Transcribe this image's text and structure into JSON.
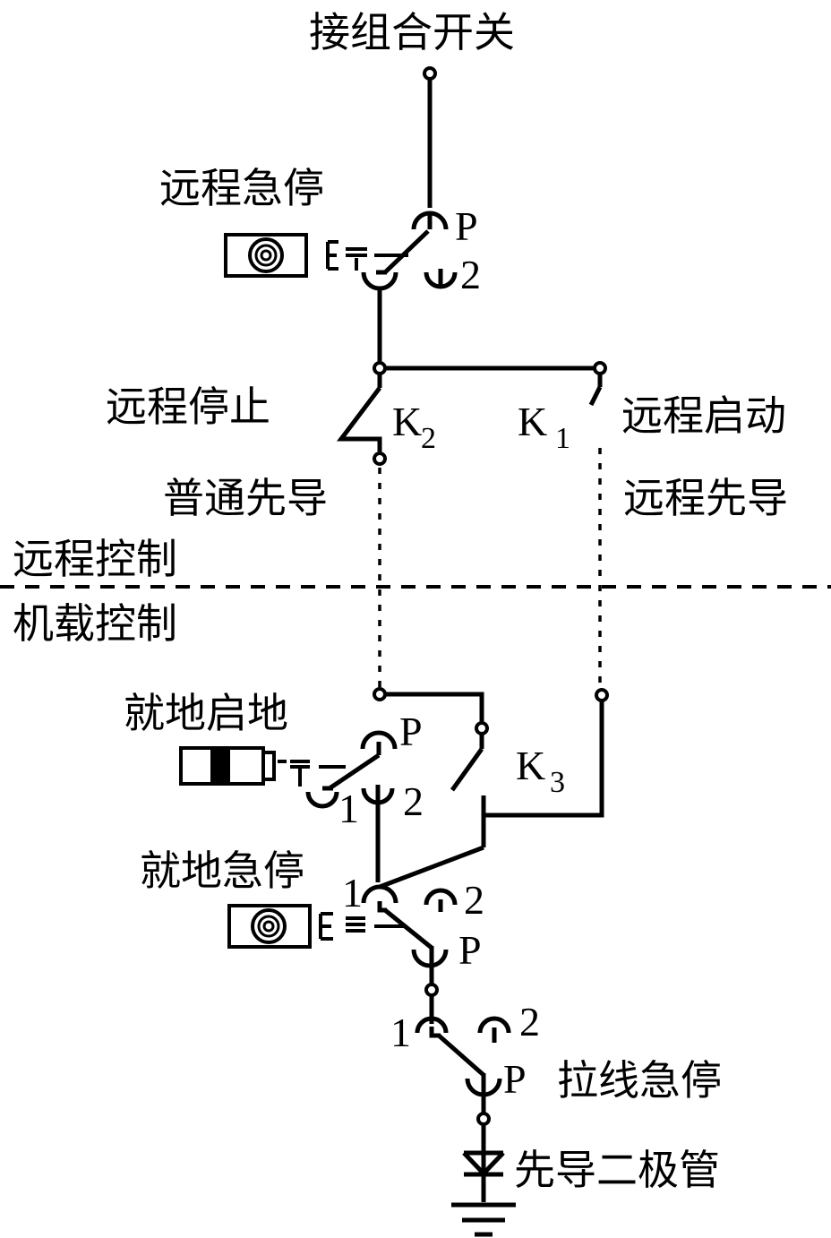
{
  "diagram": {
    "title": "接组合开关",
    "colors": {
      "line": "#000000",
      "background": "#ffffff"
    },
    "sections": {
      "remote": "远程控制",
      "onboard": "机载控制"
    },
    "labels": {
      "remote_estop": "远程急停",
      "remote_stop": "远程停止",
      "remote_start": "远程启动",
      "normal_pilot": "普通先导",
      "remote_pilot": "远程先导",
      "local_start": "就地启地",
      "local_estop": "就地急停",
      "pull_estop": "拉线急停",
      "pilot_diode": "先导二极管"
    },
    "switch_marks": {
      "remote_estop": {
        "common": "P",
        "pos2": "2"
      },
      "local_start": {
        "common": "P",
        "pos1": "1",
        "pos2": "2"
      },
      "local_estop": {
        "common": "P",
        "pos1": "1",
        "pos2": "2"
      },
      "pull_estop": {
        "common": "P",
        "pos1": "1",
        "pos2": "2"
      }
    },
    "contacts": {
      "k1": {
        "letter": "K",
        "index": "1"
      },
      "k2": {
        "letter": "K",
        "index": "2"
      },
      "k3": {
        "letter": "K",
        "index": "3"
      }
    },
    "icons": {
      "remote_estop_button": "mushroom-button-icon",
      "local_start_button": "slide-switch-icon",
      "local_estop_button": "mushroom-button-icon",
      "diode": "diode-icon",
      "ground": "ground-icon"
    }
  }
}
